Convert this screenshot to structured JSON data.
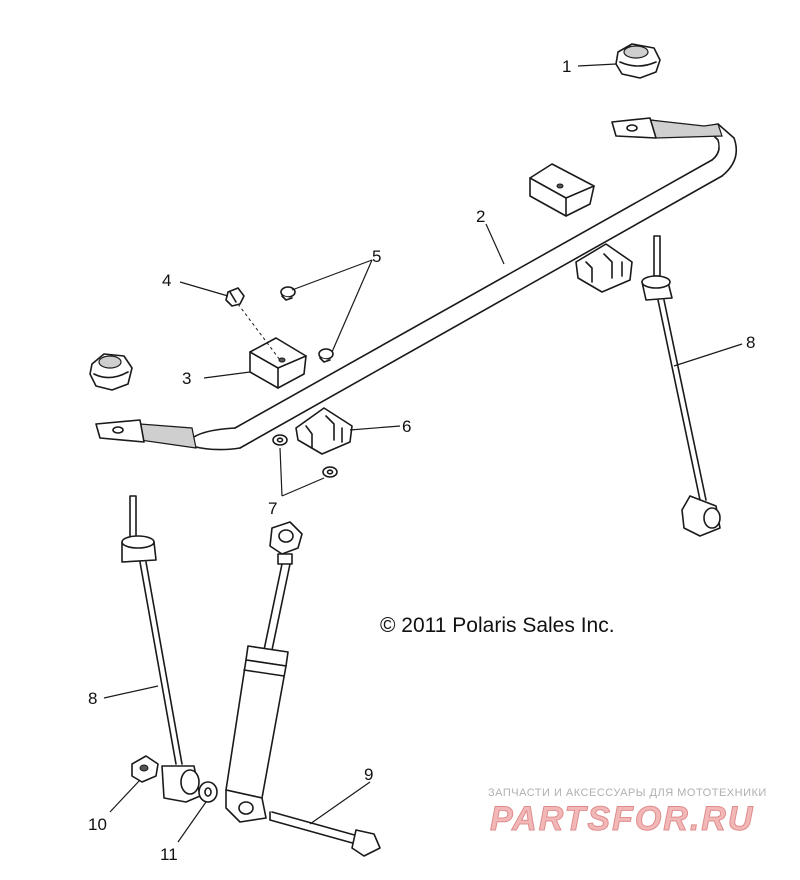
{
  "copyright": "© 2011 Polaris Sales Inc.",
  "watermark": {
    "tagline": "ЗАПЧАСТИ И АКСЕССУАРЫ ДЛЯ МОТОТЕХНИКИ",
    "brand": "PARTSFOR.RU"
  },
  "callouts": {
    "c1": "1",
    "c2": "2",
    "c3": "3",
    "c4": "4",
    "c5": "5",
    "c6": "6",
    "c7": "7",
    "c8a": "8",
    "c8b": "8",
    "c9": "9",
    "c10": "10",
    "c11": "11"
  }
}
